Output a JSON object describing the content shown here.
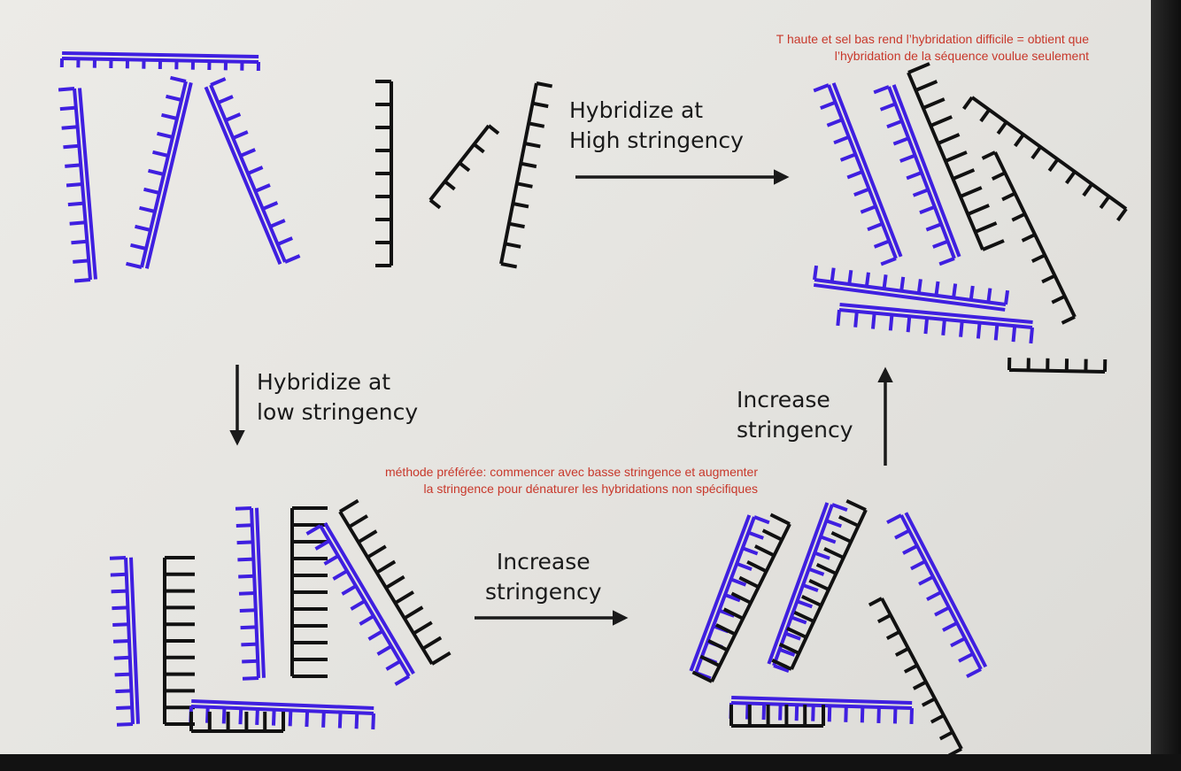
{
  "steps": {
    "high": {
      "line1": "Hybridize at",
      "line2": "High stringency"
    },
    "low": {
      "line1": "Hybridize at",
      "line2": "low stringency"
    },
    "increase_bottom": {
      "line1": "Increase",
      "line2": "stringency"
    },
    "increase_right": {
      "line1": "Increase",
      "line2": "stringency"
    }
  },
  "notes": {
    "top_right": {
      "line1": "T haute et sel bas rend l’hybridation difficile = obtient que",
      "line2": "l’hybridation de la séquence voulue seulement"
    },
    "middle": {
      "line1": "méthode préférée: commencer avec basse stringence et augmenter",
      "line2": "la stringence pour dénaturer les hybridations non spécifiques"
    }
  },
  "colors": {
    "probe_strand": "#3f1fe0",
    "target_strand": "#111111",
    "annotation": "#c8382b",
    "arrow": "#1a1a1a"
  }
}
